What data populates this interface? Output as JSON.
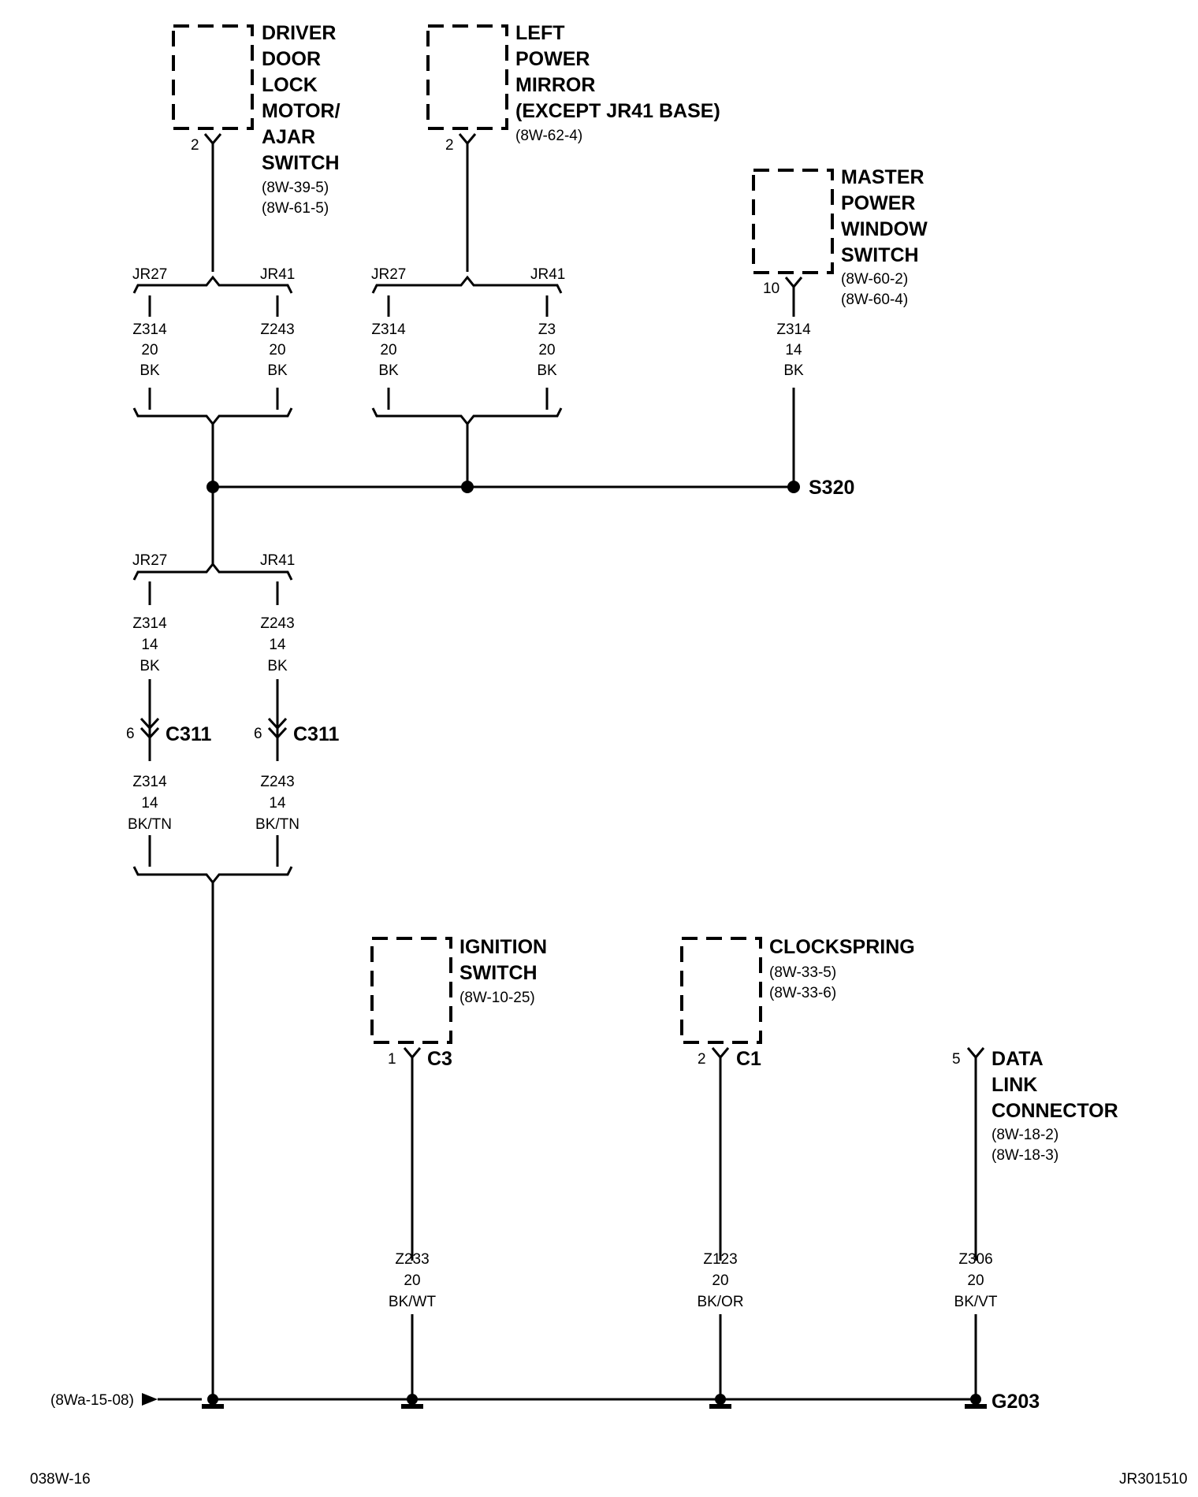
{
  "components": {
    "door_lock": {
      "lines": [
        "DRIVER",
        "DOOR",
        "LOCK",
        "MOTOR/",
        "AJAR",
        "SWITCH"
      ],
      "refs": [
        "(8W-39-5)",
        "(8W-61-5)"
      ],
      "pin": "2"
    },
    "mirror": {
      "lines": [
        "LEFT",
        "POWER",
        "MIRROR",
        "(EXCEPT JR41 BASE)"
      ],
      "refs": [
        "(8W-62-4)"
      ],
      "pin": "2"
    },
    "window_switch": {
      "lines": [
        "MASTER",
        "POWER",
        "WINDOW",
        "SWITCH"
      ],
      "refs": [
        "(8W-60-2)",
        "(8W-60-4)"
      ],
      "pin": "10"
    },
    "ignition": {
      "lines": [
        "IGNITION",
        "SWITCH"
      ],
      "refs": [
        "(8W-10-25)"
      ],
      "pin": "1",
      "connector": "C3"
    },
    "clockspring": {
      "lines": [
        "CLOCKSPRING"
      ],
      "refs": [
        "(8W-33-5)",
        "(8W-33-6)"
      ],
      "pin": "2",
      "connector": "C1"
    },
    "dlc": {
      "lines": [
        "DATA",
        "LINK",
        "CONNECTOR"
      ],
      "refs": [
        "(8W-18-2)",
        "(8W-18-3)"
      ],
      "pin": "5"
    }
  },
  "variants": {
    "left": "JR27",
    "right": "JR41"
  },
  "wires": {
    "door_left": [
      "Z314",
      "20",
      "BK"
    ],
    "door_right": [
      "Z243",
      "20",
      "BK"
    ],
    "mirror_left": [
      "Z314",
      "20",
      "BK"
    ],
    "mirror_right": [
      "Z3",
      "20",
      "BK"
    ],
    "window": [
      "Z314",
      "14",
      "BK"
    ],
    "lower_left_top": [
      "Z314",
      "14",
      "BK"
    ],
    "lower_right_top": [
      "Z243",
      "14",
      "BK"
    ],
    "lower_left_bottom": [
      "Z314",
      "14",
      "BK/TN"
    ],
    "lower_right_bottom": [
      "Z243",
      "14",
      "BK/TN"
    ],
    "ignition": [
      "Z233",
      "20",
      "BK/WT"
    ],
    "clockspring": [
      "Z123",
      "20",
      "BK/OR"
    ],
    "dlc": [
      "Z306",
      "20",
      "BK/VT"
    ]
  },
  "inline_connector": {
    "name": "C311",
    "pin": "6"
  },
  "splice": "S320",
  "ground": "G203",
  "page_ref": "(8Wa-15-08)",
  "footer": {
    "left": "038W-16",
    "right": "JR301510"
  }
}
